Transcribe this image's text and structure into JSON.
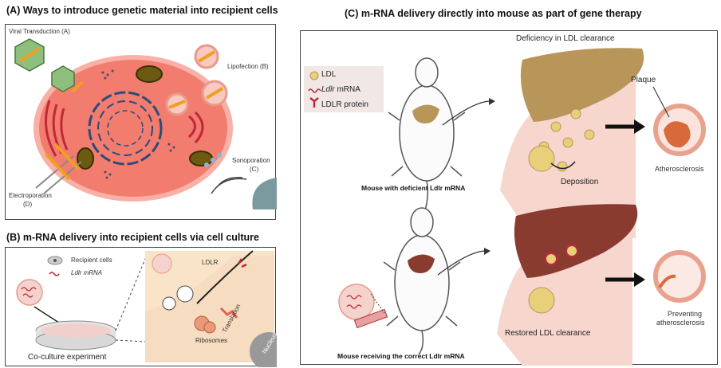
{
  "panel_a": {
    "title": "(A) Ways to introduce genetic material into recipient cells",
    "viral": "Viral Transduction (A)",
    "lipofection": "Lipofection (B)",
    "sonoporation_1": "Sonoporation",
    "sonoporation_2": "(C)",
    "electroporation_1": "Electroporation",
    "electroporation_2": "(D)"
  },
  "panel_b": {
    "title": "(B) m-RNA delivery into recipient cells via cell culture",
    "legend_cells": "Recipient cells",
    "legend_mrna": "Ldlr mRNA",
    "co_culture": "Co-culture experiment",
    "ldlr": "LDLR",
    "ribosomes": "Ribosomes",
    "translation": "Translation",
    "nucleus": "Nucleus"
  },
  "panel_c": {
    "title": "(C) m-RNA delivery directly into mouse as part of gene therapy",
    "legend_ldl": "LDL",
    "legend_mrna_italic": "Ldlr",
    "legend_mrna_rest": " mRNA",
    "legend_protein": "LDLR protein",
    "deficiency": "Deficiency in LDL clearance",
    "plaque": "Plaque",
    "atherosclerosis": "Atherosclerosis",
    "deposition": "Deposition",
    "mouse_top": "Mouse with deficient Ldlr mRNA",
    "restored": "Restored LDL clearance",
    "preventing_1": "Preventing",
    "preventing_2": "atherosclerosis",
    "mouse_bottom": "Mouse receiving the correct Ldlr mRNA"
  },
  "colors": {
    "cell_fill": "#f27c6e",
    "cell_outline": "#f9b0a6",
    "liver_tan": "#b8965a",
    "liver_red": "#8a3b30",
    "vessel": "#f7d6cd",
    "ldl": "#e8cf7a"
  }
}
